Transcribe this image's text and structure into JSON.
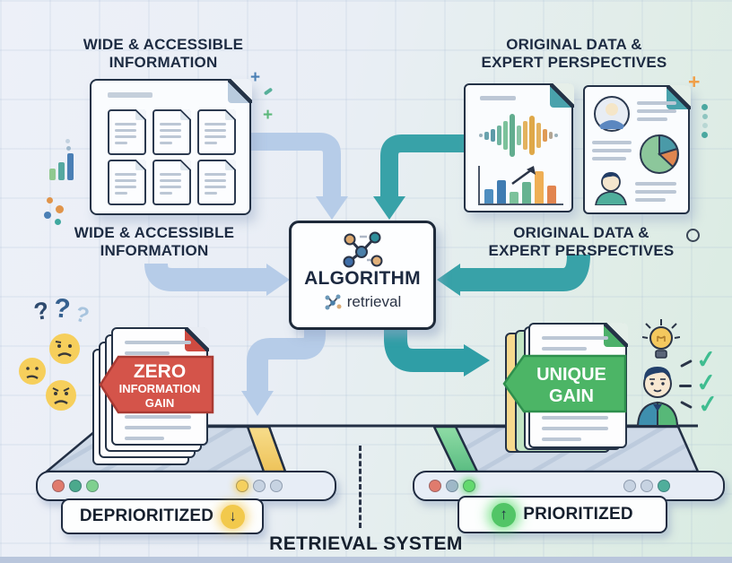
{
  "sources": {
    "wide": {
      "line1": "WIDE & ACCESSIBLE",
      "line2": "INFORMATION"
    },
    "original": {
      "line1": "ORIGINAL DATA &",
      "line2": "EXPERT PERSPECTIVES"
    }
  },
  "algorithm": {
    "title": "ALGORITHM",
    "mode": "retrieval"
  },
  "zero": {
    "banner": {
      "line1": "ZERO",
      "line2": "INFORMATION",
      "line3": "GAIN"
    },
    "qmarks": {
      "q1": "?",
      "q2": "?",
      "q3": "?"
    },
    "belt": {
      "label": "DEPRIORITIZED",
      "arrow": "↓"
    }
  },
  "unique": {
    "banner": {
      "line1": "UNIQUE",
      "line2": "GAIN"
    },
    "checks": {
      "c1": "✓",
      "c2": "✓",
      "c3": "✓"
    },
    "belt": {
      "label": "PRIORITIZED",
      "arrow": "↑"
    }
  },
  "footer": {
    "title": "RETRIEVAL SYSTEM"
  },
  "colors": {
    "arrow_blue": "#b6cce8",
    "arrow_teal": "#38a2a8",
    "banner_red": "#d4544a",
    "banner_green": "#4cb566",
    "deprioritized_accent": "#f2c94c",
    "prioritized_accent": "#52c566",
    "ink": "#1d2b42"
  }
}
